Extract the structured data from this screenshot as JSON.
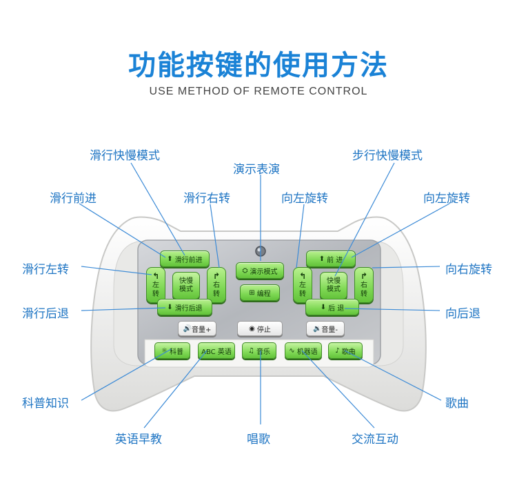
{
  "header": {
    "title": "功能按键的使用方法",
    "subtitle": "USE METHOD OF REMOTE CONTROL"
  },
  "callouts": {
    "glide_speed_mode": "滑行快慢模式",
    "demo_show": "演示表演",
    "step_speed_mode": "步行快慢模式",
    "glide_forward": "滑行前进",
    "glide_turn_right": "滑行右转",
    "rotate_left_center": "向左旋转",
    "rotate_left_right": "向左旋转",
    "glide_turn_left": "滑行左转",
    "rotate_right": "向右旋转",
    "glide_backward": "滑行后退",
    "step_backward": "向后退",
    "science": "科普知识",
    "song": "歌曲",
    "english_edu": "英语早教",
    "sing": "唱歌",
    "interaction": "交流互动"
  },
  "remote": {
    "left": {
      "forward": "滑行前进",
      "left_turn": [
        "左",
        "转"
      ],
      "speed": [
        "快慢",
        "模式"
      ],
      "right_turn": [
        "右",
        "转"
      ],
      "backward": "滑行后退",
      "volume_up": "音量+"
    },
    "center": {
      "demo": "演示模式",
      "program": "编程",
      "stop": "停止"
    },
    "right": {
      "forward": "前 进",
      "left_turn": [
        "左",
        "转"
      ],
      "speed": [
        "快慢",
        "模式"
      ],
      "right_turn": [
        "右",
        "转"
      ],
      "backward": "后 退",
      "volume_down": "音量-"
    },
    "bottom": {
      "science": "科普",
      "english": "ABC 英语",
      "music": "音乐",
      "robot": "机器语",
      "song": "歌曲"
    }
  },
  "colors": {
    "title": "#1a82d6",
    "callout": "#1d74c3",
    "button_green": "#7ed854",
    "panel": "#b9bcc0",
    "shell": "#f1f1ef"
  }
}
